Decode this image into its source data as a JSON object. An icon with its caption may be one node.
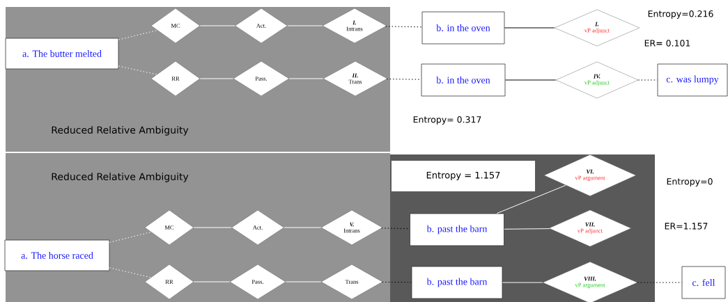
{
  "diagram": {
    "nodes": [
      {
        "text": [
          "a. The butter melted"
        ]
      },
      {
        "text": [
          "MC"
        ]
      },
      {
        "text": [
          "Act."
        ]
      },
      {
        "text": [
          "I.",
          "Intrans"
        ]
      },
      {
        "text": [
          "RR"
        ]
      },
      {
        "text": [
          "Pass."
        ]
      },
      {
        "text": [
          "II.",
          "Trans"
        ]
      },
      {
        "text": [
          "b. in the oven"
        ]
      },
      {
        "text": [
          "I.",
          "vP adjunct"
        ]
      },
      {
        "text": [
          "b. in the oven"
        ]
      },
      {
        "text": [
          "IV.",
          "vP adjunct"
        ]
      },
      {
        "text": [
          "c. was lumpy"
        ]
      },
      {
        "text": [
          "a. The horse raced"
        ]
      },
      {
        "text": [
          "MC"
        ]
      },
      {
        "text": [
          "Act."
        ]
      },
      {
        "text": [
          "V.",
          "Intrans"
        ]
      },
      {
        "text": [
          "RR"
        ]
      },
      {
        "text": [
          "Pass."
        ]
      },
      {
        "text": [
          "Trans"
        ]
      },
      {
        "text": [
          "b. past the barn"
        ]
      },
      {
        "text": [
          "VI.",
          "vP argument"
        ]
      },
      {
        "text": [
          "VII.",
          "vP adjunct"
        ]
      },
      {
        "text": [
          "b. past the barn"
        ]
      },
      {
        "text": [
          "VIII.",
          "vP argument"
        ]
      },
      {
        "text": [
          "c. fell"
        ]
      },
      {
        "text": [
          "Entropy = 1.157"
        ]
      }
    ],
    "edges": [
      {
        "from": 0,
        "to": 1,
        "arrow": "none",
        "style": "dashed"
      },
      {
        "from": 0,
        "to": 4,
        "arrow": "none",
        "style": "dashed"
      },
      {
        "from": 1,
        "to": 2,
        "arrow": "none"
      },
      {
        "from": 2,
        "to": 3,
        "arrow": "none"
      },
      {
        "from": 4,
        "to": 5,
        "arrow": "none"
      },
      {
        "from": 5,
        "to": 6,
        "arrow": "none"
      },
      {
        "from": 3,
        "to": 7,
        "arrow": "none",
        "style": "dashed",
        "color": "#000000"
      },
      {
        "from": 6,
        "to": 9,
        "arrow": "none",
        "style": "dashed",
        "color": "#000000"
      },
      {
        "from": 7,
        "to": 8,
        "arrow": "none",
        "color": "#000000"
      },
      {
        "from": 9,
        "to": 10,
        "arrow": "none",
        "color": "#000000"
      },
      {
        "from": 10,
        "to": 11,
        "arrow": "none",
        "style": "dashed",
        "color": "#000000"
      },
      {
        "from": 12,
        "to": 13,
        "arrow": "none",
        "style": "dashed"
      },
      {
        "from": 12,
        "to": 16,
        "arrow": "none",
        "style": "dashed"
      },
      {
        "from": 13,
        "to": 14,
        "arrow": "none"
      },
      {
        "from": 14,
        "to": 15,
        "arrow": "none"
      },
      {
        "from": 16,
        "to": 17,
        "arrow": "none"
      },
      {
        "from": 17,
        "to": 18,
        "arrow": "none"
      },
      {
        "from": 15,
        "to": 19,
        "arrow": "none",
        "style": "dashed",
        "color": "#000000"
      },
      {
        "from": 18,
        "to": 22,
        "arrow": "none",
        "style": "dashed",
        "color": "#000000"
      },
      {
        "from": 19,
        "to": 20,
        "arrow": "none"
      },
      {
        "from": 19,
        "to": 21,
        "arrow": "none"
      },
      {
        "from": 22,
        "to": 23,
        "arrow": "none"
      },
      {
        "from": 23,
        "to": 24,
        "arrow": "none",
        "style": "dashed",
        "color": "#000000"
      }
    ],
    "labels": [
      "Entropy=0.216",
      "ER= 0.101",
      "Reduced Relative Ambiguity",
      "Entropy= 0.317",
      "Reduced Relative Ambiguity",
      "Entropy=0",
      "ER=1.157"
    ]
  }
}
